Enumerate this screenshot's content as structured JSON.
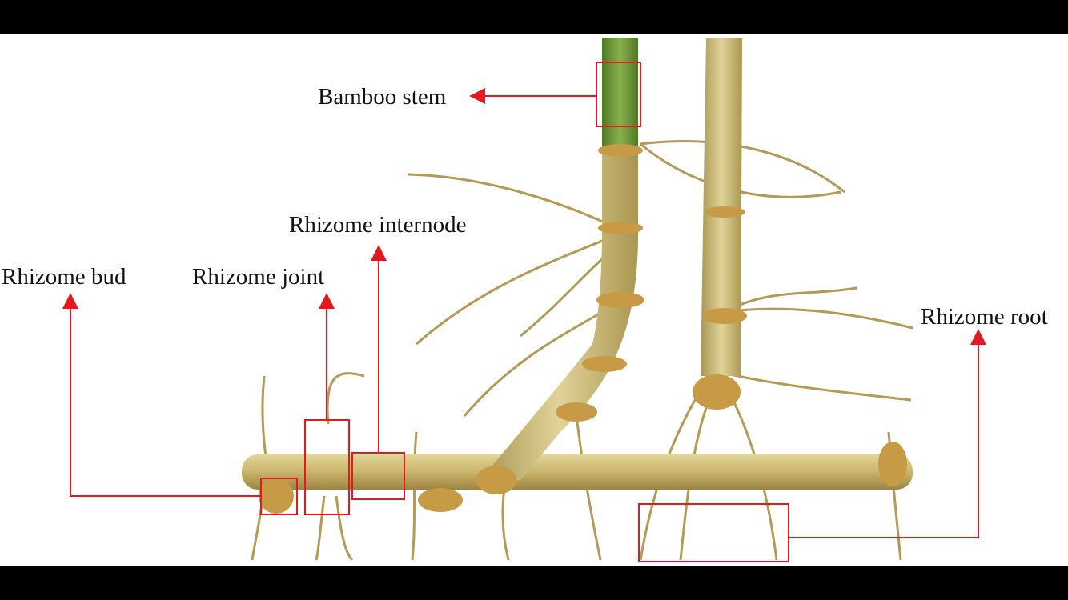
{
  "labels": {
    "bamboo_stem": "Bamboo stem",
    "rhizome_internode": "Rhizome internode",
    "rhizome_bud": "Rhizome bud",
    "rhizome_joint": "Rhizome joint",
    "rhizome_root": "Rhizome root"
  },
  "colors": {
    "annotation": "#e01a1f",
    "rhizome": "#c9b46a",
    "stem_green": "#6f9a3a",
    "stem_tan": "#cbb870"
  }
}
